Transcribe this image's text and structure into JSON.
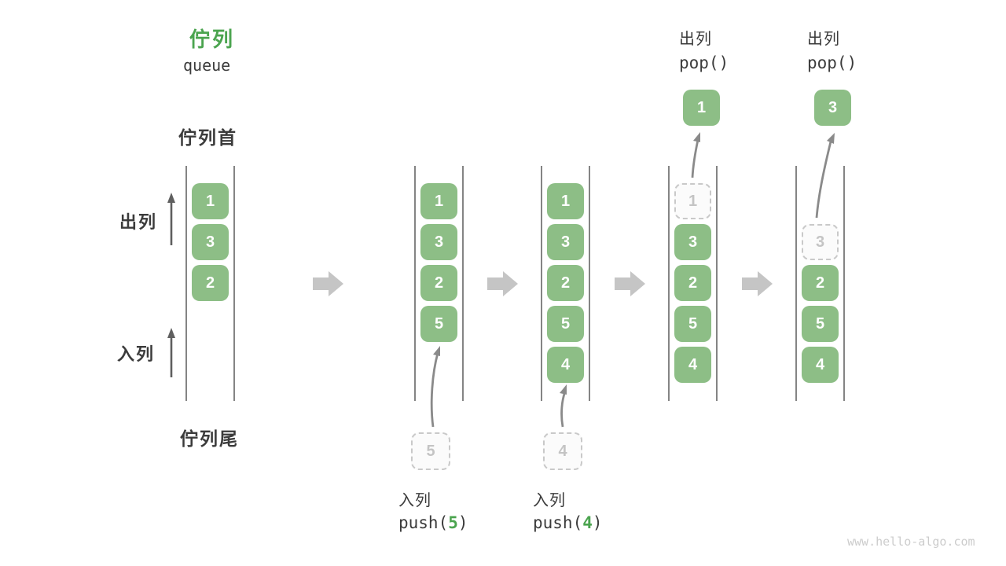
{
  "title": {
    "zh": "佇列",
    "en": "queue"
  },
  "labels": {
    "front": "佇列首",
    "tail": "佇列尾",
    "dequeue": "出列",
    "enqueue": "入列"
  },
  "operations": {
    "push5": {
      "label": "入列",
      "fn": "push(",
      "arg": "5",
      "close": ")"
    },
    "push4": {
      "label": "入列",
      "fn": "push(",
      "arg": "4",
      "close": ")"
    },
    "pop1": {
      "label": "出列",
      "code": "pop()"
    },
    "pop2": {
      "label": "出列",
      "code": "pop()"
    }
  },
  "states": [
    {
      "cells": [
        "1",
        "3",
        "2"
      ]
    },
    {
      "cells": [
        "1",
        "3",
        "2",
        "5"
      ],
      "pending": "5"
    },
    {
      "cells": [
        "1",
        "3",
        "2",
        "5",
        "4"
      ],
      "pending": "4"
    },
    {
      "removed": "1",
      "cells": [
        "3",
        "2",
        "5",
        "4"
      ],
      "popped": "1"
    },
    {
      "removed": "3",
      "cells": [
        "2",
        "5",
        "4"
      ],
      "popped": "3"
    }
  ],
  "watermark": "www.hello-algo.com",
  "colors": {
    "box_green": "#8dbe86",
    "accent_green": "#4ba44f",
    "text_dark": "#3b3b3b",
    "arrow_gray": "#8a8a8a",
    "block_arrow_gray": "#c5c5c5",
    "dashed_gray": "#c9c9c9",
    "wall_gray": "#4f4f4f"
  }
}
